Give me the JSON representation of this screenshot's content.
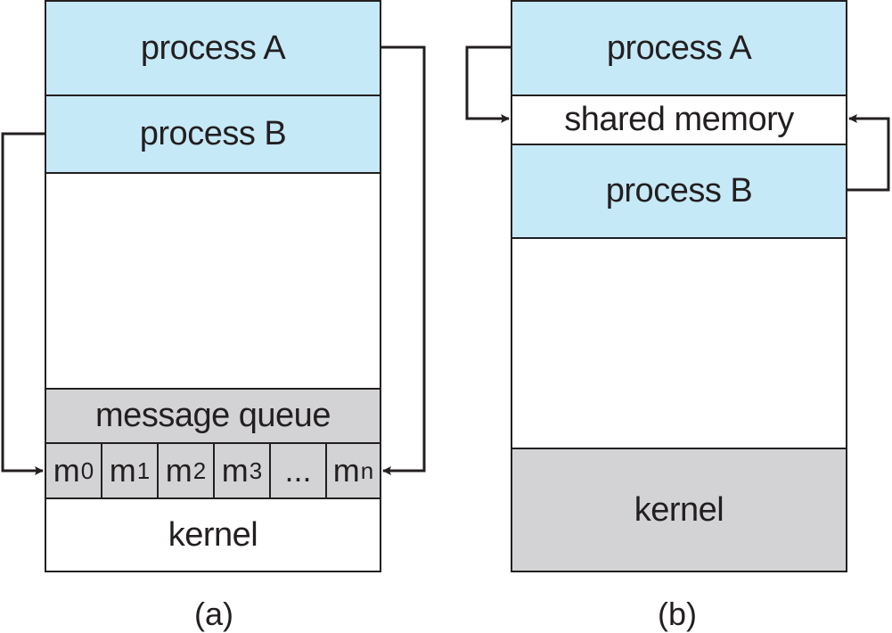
{
  "diagram_a": {
    "caption": "(a)",
    "process_a": "process A",
    "process_b": "process B",
    "message_queue": "message queue",
    "messages": [
      {
        "base": "m",
        "sub": "0"
      },
      {
        "base": "m",
        "sub": "1"
      },
      {
        "base": "m",
        "sub": "2"
      },
      {
        "base": "m",
        "sub": "3"
      },
      {
        "base": "...",
        "sub": ""
      },
      {
        "base": "m",
        "sub": "n"
      }
    ],
    "kernel": "kernel"
  },
  "diagram_b": {
    "caption": "(b)",
    "process_a": "process A",
    "shared_memory": "shared memory",
    "process_b": "process B",
    "kernel": "kernel"
  },
  "colors": {
    "process": "#c6e9f7",
    "kernel_gray": "#d3d3d5",
    "line": "#231f20"
  }
}
